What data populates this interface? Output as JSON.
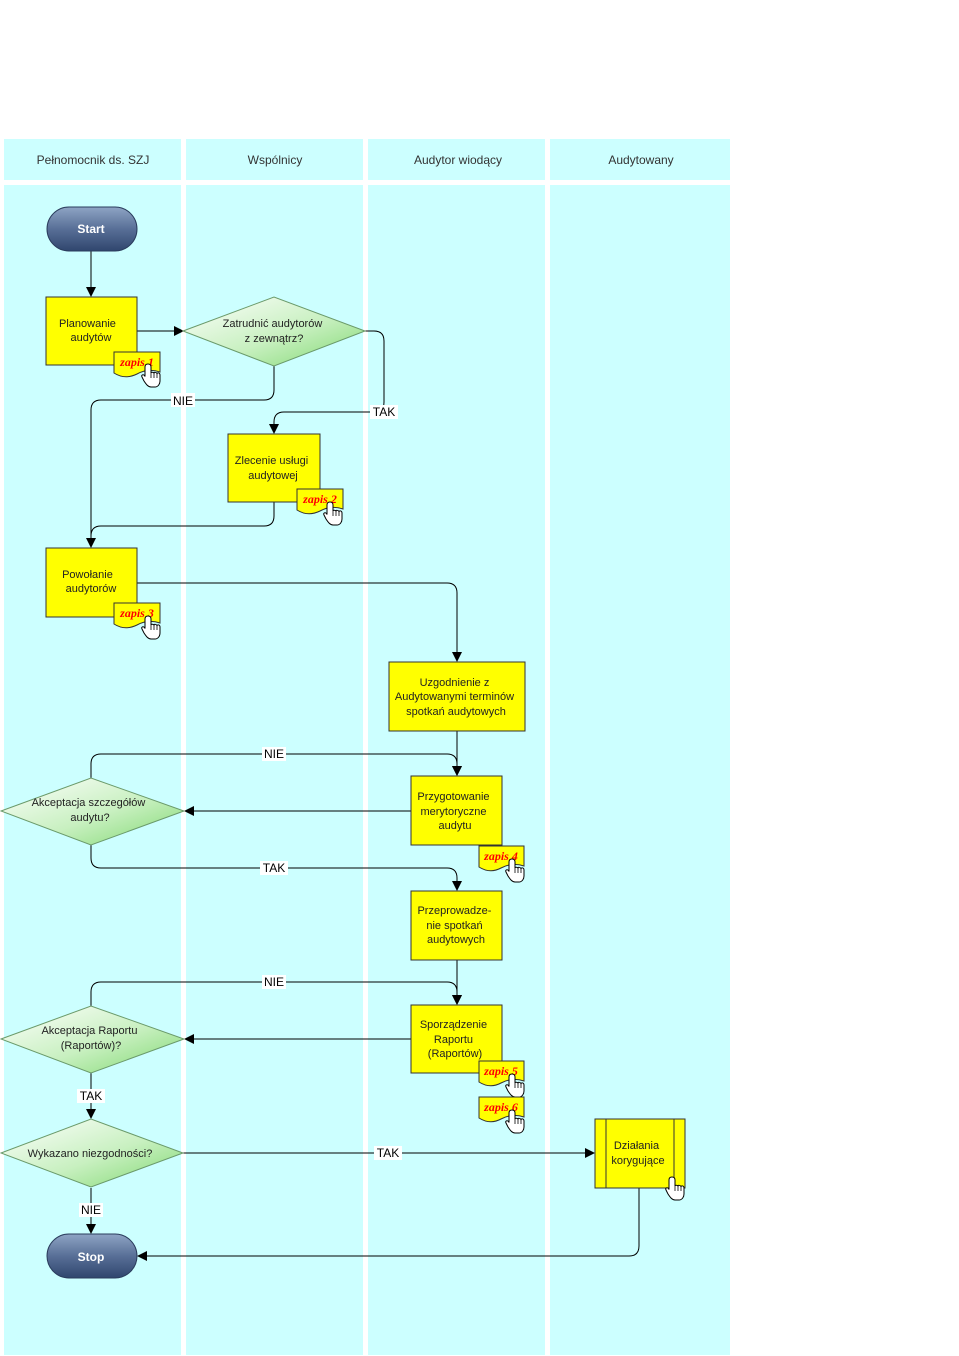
{
  "lanes": [
    "Pełnomocnik ds. SZJ",
    "Wspólnicy",
    "Audytor wiodący",
    "Audytowany"
  ],
  "start_label": "Start",
  "stop_label": "Stop",
  "boxes": {
    "planowanie": [
      "Planowanie",
      "audytów"
    ],
    "zlecenie": [
      "Zlecenie usługi",
      "audytowej"
    ],
    "powolanie": [
      "Powołanie",
      "audytorów"
    ],
    "uzgodnienie": [
      "Uzgodnienie z",
      "Audytowanymi terminów",
      "spotkań audytowych"
    ],
    "przygotowanie": [
      "Przygotowanie",
      "merytoryczne",
      "audytu"
    ],
    "przeprowadzenie": [
      "Przeprowadze-",
      "nie spotkań",
      "audytowych"
    ],
    "sporzadzenie": [
      "Sporządzenie",
      "Raportu",
      "(Raportów)"
    ],
    "dzialania": [
      "Działania",
      "korygujące"
    ]
  },
  "decisions": {
    "zatrudnic": [
      "Zatrudnić audytorów",
      "z zewnątrz?"
    ],
    "akceptacja_szczegolow": [
      "Akceptacja szczegółów",
      "audytu?"
    ],
    "akceptacja_raportu": [
      "Akceptacja Raportu",
      "(Raportów)?"
    ],
    "wykazano": [
      "Wykazano niezgodności?"
    ]
  },
  "records": {
    "z1": "zapis 1",
    "z2": "zapis 2",
    "z3": "zapis 3",
    "z4": "zapis 4",
    "z5": "zapis 5",
    "z6": "zapis 6"
  },
  "edge_labels": {
    "zatrudnic_nie": "NIE",
    "zatrudnic_tak": "TAK",
    "szczegoly_nie": "NIE",
    "szczegoly_tak": "TAK",
    "raport_nie": "NIE",
    "raport_tak": "TAK",
    "wykazano_tak": "TAK",
    "wykazano_nie": "NIE"
  },
  "colors": {
    "lane_background": "#ccffff",
    "process_box": "#ffff00",
    "record_text": "#ff0000"
  },
  "icons": [
    "hand-pointer-icon"
  ]
}
